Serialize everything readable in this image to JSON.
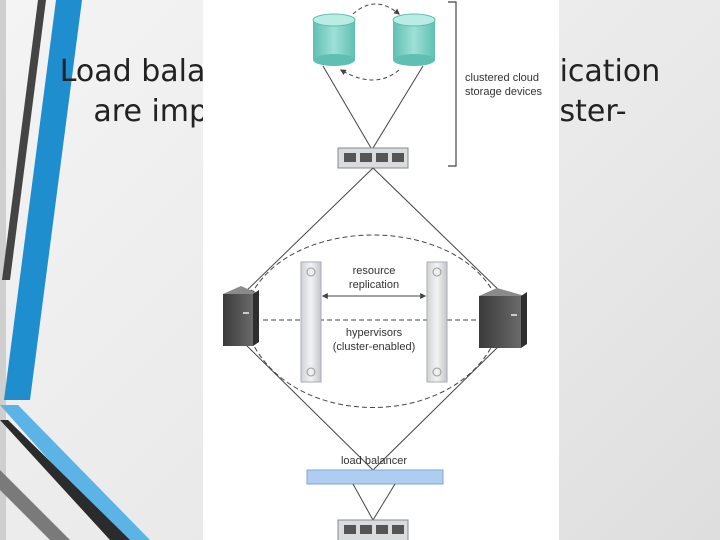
{
  "slide": {
    "line1": "Load balancing and resource replication",
    "line2": "are implemented through a cluster-",
    "accent_colors": [
      "#1e8ecf",
      "#5bb3e6",
      "#2b2b2b",
      "#7a7a7a"
    ]
  },
  "diagram": {
    "label_storage_line1": "clustered cloud",
    "label_storage_line2": "storage devices",
    "label_replication_line1": "resource",
    "label_replication_line2": "replication",
    "label_hypervisors_line1": "hypervisors",
    "label_hypervisors_line2": "(cluster-enabled)",
    "label_load_balancer": "load balancer",
    "colors": {
      "storage": "#7fd1c6",
      "load_balancer": "#aecdf0",
      "server": "#555555",
      "line": "#444444"
    }
  }
}
